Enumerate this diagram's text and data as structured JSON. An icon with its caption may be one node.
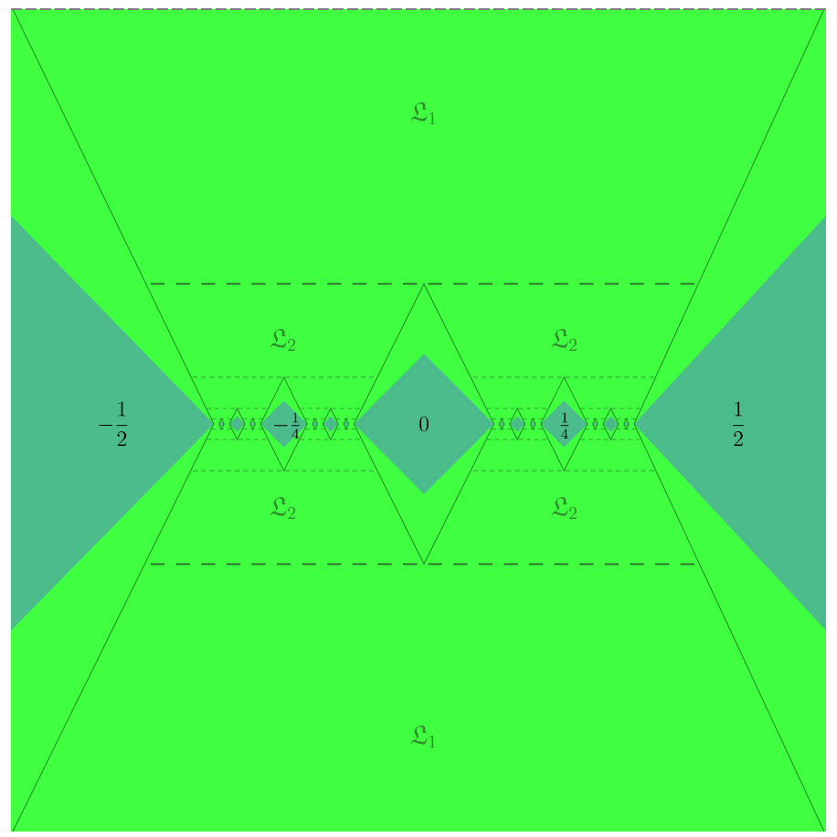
{
  "diagram": {
    "labels": [
      "\\mathfrak{L}_1",
      "\\mathfrak{L}_2",
      "\\mathfrak{L}_2",
      "-\\frac{1}{2}",
      "-\\frac{1}{4}",
      "0",
      "\\frac{1}{4}",
      "\\frac{1}{2}",
      "\\mathfrak{L}_2",
      "\\mathfrak{L}_2",
      "\\mathfrak{L}_1"
    ]
  }
}
